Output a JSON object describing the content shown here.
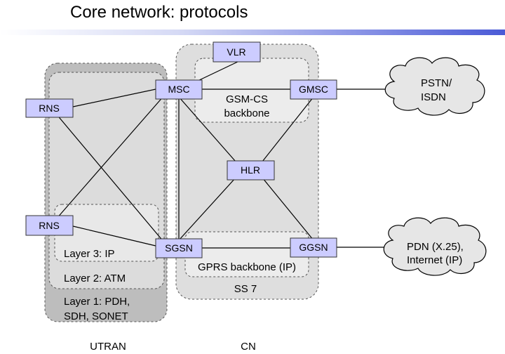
{
  "title": "Core network: protocols",
  "regions": {
    "utran_layer1": "Layer 1: PDH,",
    "utran_layer1_line2": "SDH, SONET",
    "utran_layer2": "Layer 2: ATM",
    "utran_layer3": "Layer 3: IP",
    "gsm_cs_line1": "GSM-CS",
    "gsm_cs_line2": "backbone",
    "gprs_backbone": "GPRS backbone (IP)",
    "ss7": "SS 7"
  },
  "nodes": {
    "rns_top": "RNS",
    "rns_bottom": "RNS",
    "msc": "MSC",
    "vlr": "VLR",
    "gmsc": "GMSC",
    "hlr": "HLR",
    "sgsn": "SGSN",
    "ggsn": "GGSN"
  },
  "clouds": {
    "pstn_line1": "PSTN/",
    "pstn_line2": "ISDN",
    "pdn_line1": "PDN (X.25),",
    "pdn_line2": "Internet (IP)"
  },
  "captions": {
    "utran": "UTRAN",
    "cn": "CN"
  },
  "colors": {
    "node_fill": "#ccccff",
    "utran_fill": "#bdbdbd",
    "layer_fill": "#dcdcdc",
    "cn_fill": "#dedede",
    "cloud_fill": "#e6e6e6"
  }
}
